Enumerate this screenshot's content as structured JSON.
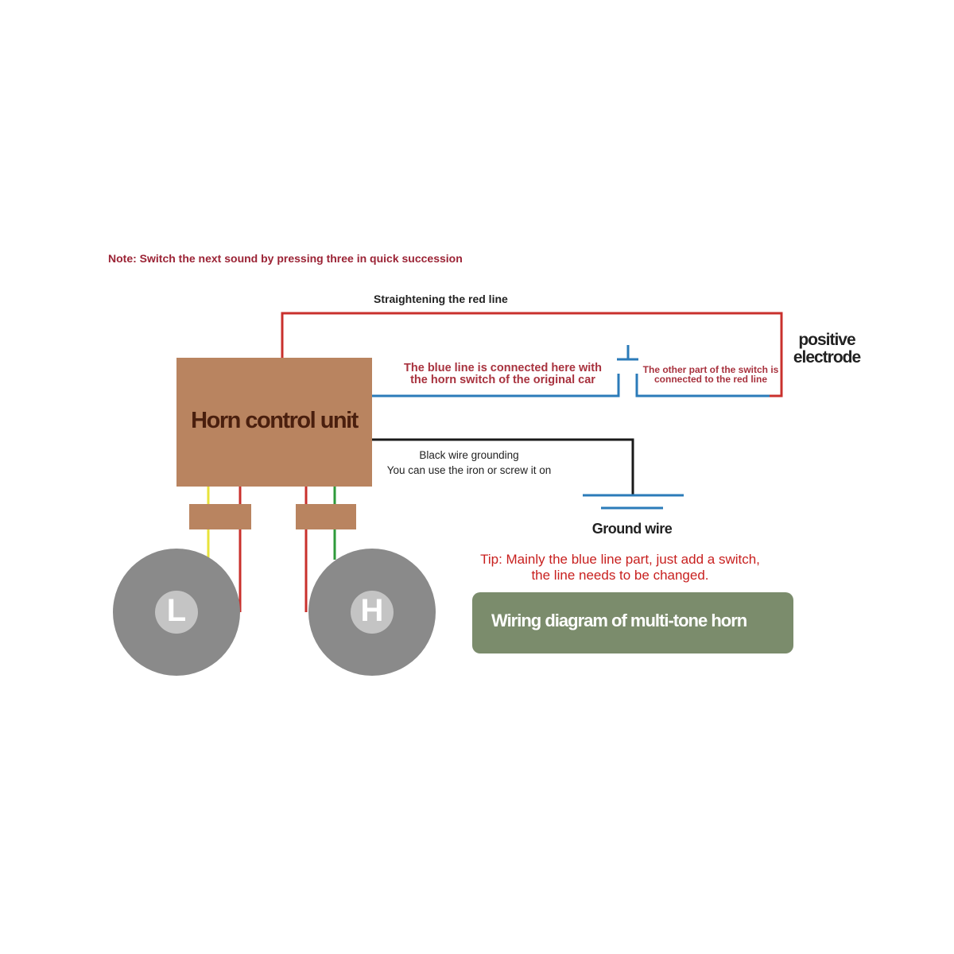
{
  "note": "Note: Switch the next sound by pressing three in quick succession",
  "red_line_label": "Straightening the red line",
  "blue_line_note": [
    "The blue line is connected here with",
    "the horn switch of the original car"
  ],
  "switch_other_note": [
    "The other part of the switch is",
    "connected to the red line"
  ],
  "positive_label": [
    "positive",
    "electrode"
  ],
  "control_unit_label": "Horn control unit",
  "black_wire_note": [
    "Black wire grounding",
    "You can use the iron or screw it on"
  ],
  "ground_label": "Ground wire",
  "tip": [
    "Tip: Mainly the blue line part, just add a switch,",
    "the line needs to be changed."
  ],
  "banner_title": "Wiring diagram of multi-tone horn",
  "horn_low_letter": "L",
  "horn_high_letter": "H",
  "colors": {
    "red_wire": "#c9302c",
    "blue_wire": "#2b7bb9",
    "black_wire": "#1a1a1a",
    "yellow_wire": "#e8e33a",
    "green_wire": "#2e9a3a",
    "control_unit": "#b98460",
    "horn": "#8a8a8a",
    "banner": "#7b8c6c"
  },
  "icons": [
    "switch-icon",
    "ground-symbol-icon"
  ]
}
